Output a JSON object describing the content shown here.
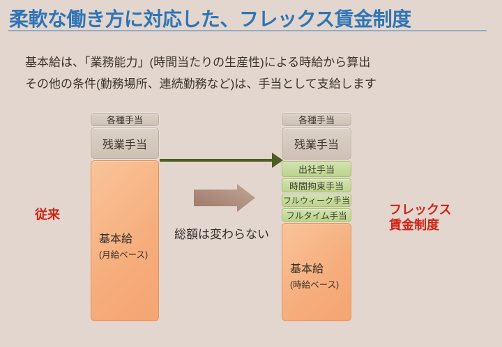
{
  "slide": {
    "title": "柔軟な働き方に対応した、フレックス賃金制度",
    "subtitle_lines": [
      "基本給は、「業務能力」(時間当たりの生産性)による時給から算出",
      "その他の条件(勤務場所、連続勤務など)は、手当として支給します"
    ]
  },
  "left_column": {
    "label": "従来",
    "misc_allowance": "各種手当",
    "overtime_allowance": "残業手当",
    "base_pay": {
      "title": "基本給",
      "basis": "(月給ベース)"
    }
  },
  "right_column": {
    "label_lines": [
      "フレックス",
      "賃金制度"
    ],
    "misc_allowance": "各種手当",
    "overtime_allowance": "残業手当",
    "new_allowances": [
      "出社手当",
      "時間拘束手当",
      "フルウィーク手当",
      "フルタイム手当"
    ],
    "base_pay": {
      "title": "基本給",
      "basis": "(時給ベース)"
    }
  },
  "middle": {
    "note": "総額は変わらない"
  },
  "colors": {
    "background": "#e3d6ce",
    "title_blue": "#2e75b6",
    "red_label": "#cf2417",
    "tan_box": "#d3c5b9",
    "green_box": "#c5da9e",
    "orange_box": "#f6ad7c",
    "green_arrow": "#4d5c1f",
    "brown_arrow": "#ab8878"
  }
}
